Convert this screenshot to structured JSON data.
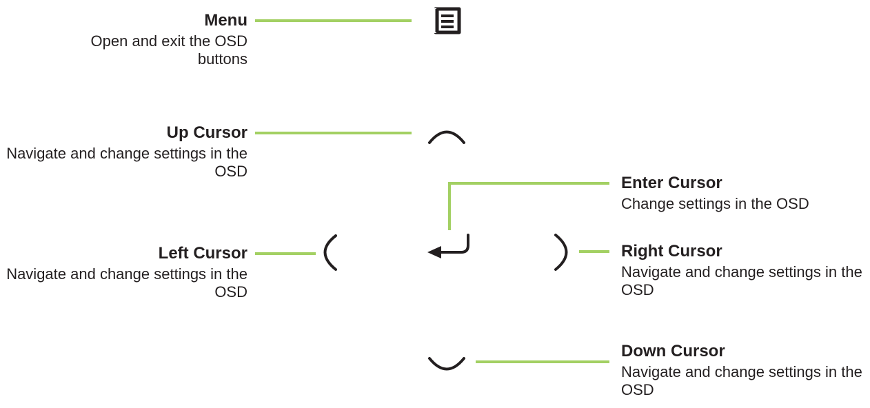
{
  "accent_color": "#a3d063",
  "ink_color": "#231f20",
  "buttons": {
    "menu": {
      "title": "Menu",
      "desc": "Open and exit the OSD buttons",
      "icon": "menu-icon"
    },
    "up": {
      "title": "Up Cursor",
      "desc": "Navigate and change settings in the OSD",
      "icon": "chevron-up-icon"
    },
    "enter": {
      "title": "Enter Cursor",
      "desc": "Change settings in the OSD",
      "icon": "enter-arrow-icon"
    },
    "left": {
      "title": "Left Cursor",
      "desc": "Navigate and change settings in the OSD",
      "icon": "chevron-left-icon"
    },
    "right": {
      "title": "Right Cursor",
      "desc": "Navigate and change settings in the OSD",
      "icon": "chevron-right-icon"
    },
    "down": {
      "title": "Down Cursor",
      "desc": "Navigate and change settings in the OSD",
      "icon": "chevron-down-icon"
    }
  }
}
